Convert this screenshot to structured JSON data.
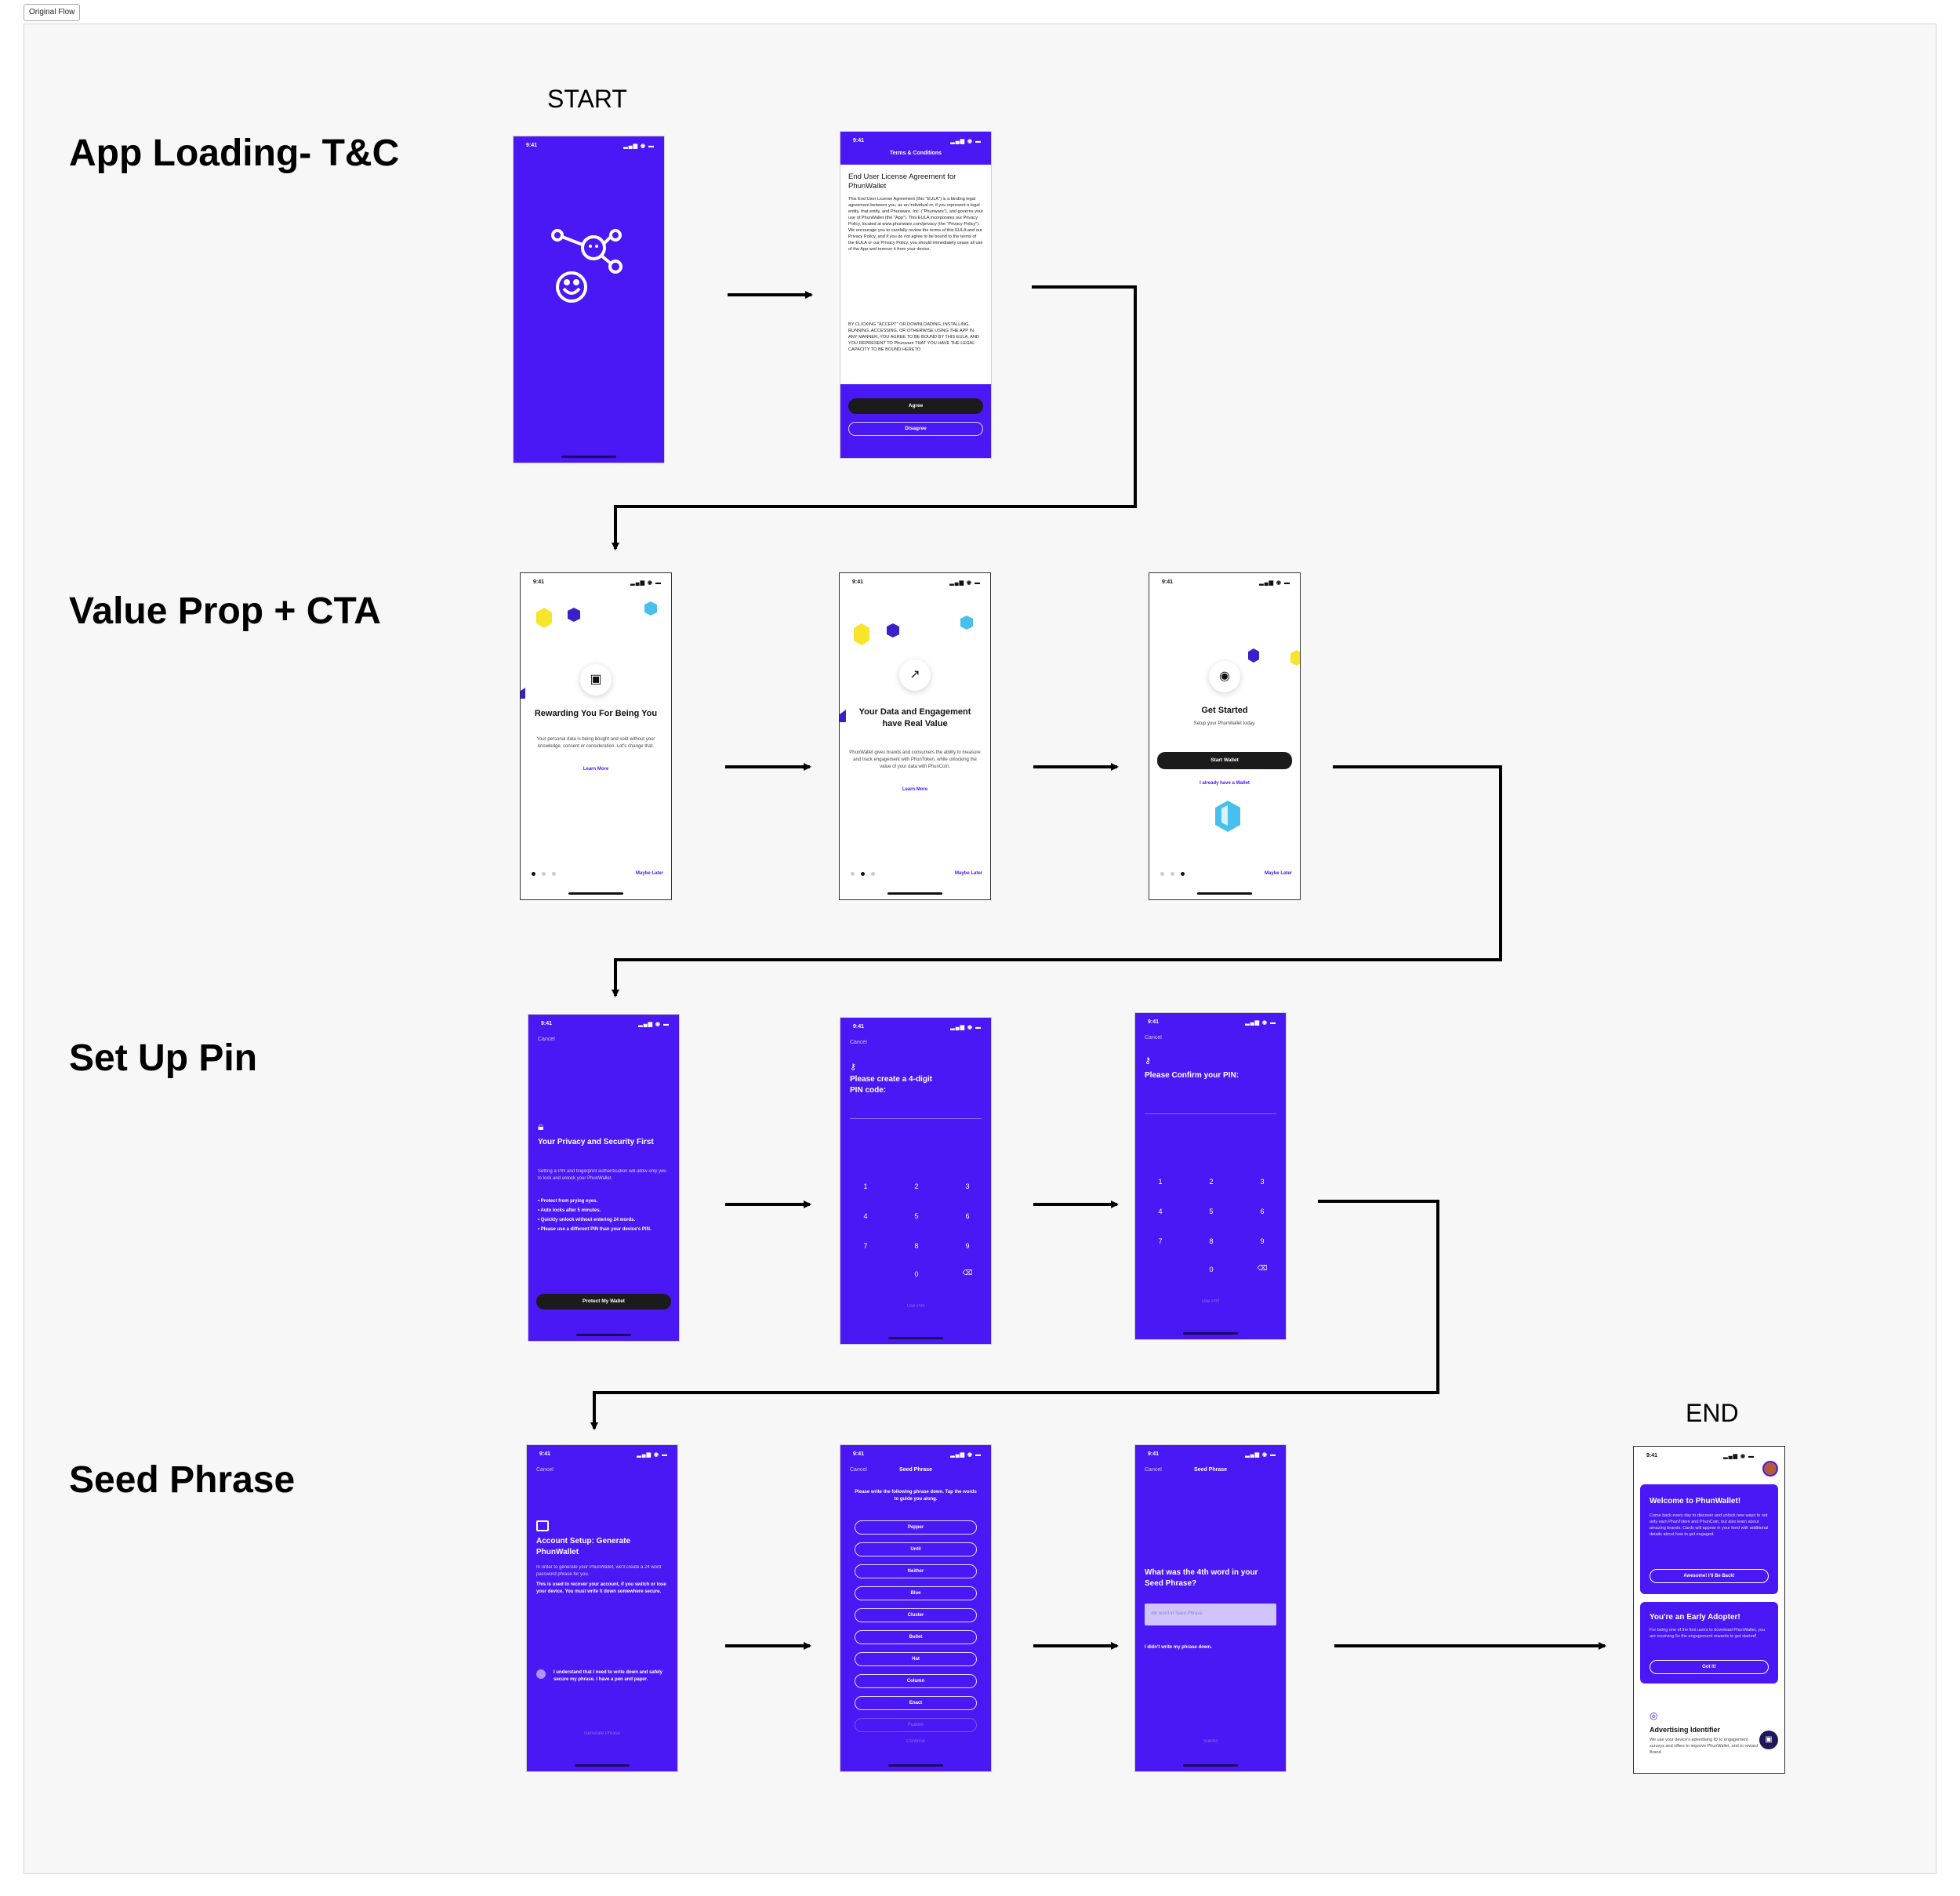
{
  "canvas": {
    "frame_label": "Original Flow",
    "start_label": "START",
    "end_label": "END",
    "colors": {
      "brand": "#4A17F5",
      "dark": "#1B1B1B",
      "canvas": "#F7F7F7"
    }
  },
  "rows": [
    {
      "title": "App Loading- T&C"
    },
    {
      "title": "Value Prop + CTA"
    },
    {
      "title": "Set Up Pin"
    },
    {
      "title": "Seed Phrase"
    }
  ],
  "status": {
    "time": "9:41",
    "icons": "signal-wifi-battery"
  },
  "terms": {
    "header": "Terms & Conditions",
    "heading": "End User License Agreement for PhunWallet",
    "body": "This End User License Agreement (this \"EULA\") is a binding legal agreement between you, as an individual or, if you represent a legal entity, that entity, and Phunware, Inc. (\"Phunware\"), and governs your use of PhunWallet (the \"App\"). This EULA incorporates our Privacy Policy, located at www.phunware.com/privacy (the \"Privacy Policy\"). We encourage you to carefully review the terms of this EULA and our Privacy Policy, and if you do not agree to be bound to the terms of the EULA or our Privacy Policy, you should immediately cease all use of the App and remove it from your device.",
    "body_caps": "BY CLICKING \"ACCEPT\" OR DOWNLOADING, INSTALLING, RUNNING, ACCESSING, OR OTHERWISE USING THE APP IN ANY MANNER, YOU AGREE TO BE BOUND BY THIS EULA, AND YOU REPRESENT TO Phunware THAT YOU HAVE THE LEGAL CAPACITY TO BE BOUND HERETO",
    "agree": "Agree",
    "disagree": "Disagree"
  },
  "value_prop": {
    "maybe_later": "Maybe Later",
    "learn_more": "Learn More",
    "screen1": {
      "title": "Rewarding You For Being You",
      "body": "Your personal data is being bought and sold without your knowledge, consent or consideration. Let's change that."
    },
    "screen2": {
      "title": "Your Data and Engagement have Real Value",
      "body": "PhunWallet gives brands and consumers the ability to measure and track engagement with PhunToken, while unlocking the value of your data with PhunCoin."
    },
    "screen3": {
      "title": "Get Started",
      "body": "Setup your PhunWallet today.",
      "start_wallet": "Start Wallet",
      "have_wallet": "I already have a Wallet"
    }
  },
  "pin": {
    "cancel": "Cancel",
    "privacy_title": "Your Privacy and Security First",
    "privacy_body": "Setting a PIN and fingerprint authentication will allow only you to lock and unlock your PhunWallet.",
    "bullets": [
      "• Protect from prying eyes.",
      "• Auto locks after 5 minutes.",
      "• Quickly unlock without entering 24 words.",
      "• Please use a different PIN than your device's PIN."
    ],
    "protect_button": "Protect My Wallet",
    "create_title": "Please create a 4-digit PIN code:",
    "confirm_title": "Please Confirm your PIN:",
    "keys": [
      "1",
      "2",
      "3",
      "4",
      "5",
      "6",
      "7",
      "8",
      "9",
      "0"
    ],
    "footer": "Use PIN"
  },
  "seed": {
    "cancel": "Cancel",
    "header": "Seed Phrase",
    "setup_title": "Account Setup: Generate PhunWallet",
    "setup_body": "In order to generate your PhunWallet, we'll create a 24 word password phrase for you.",
    "setup_bold": "This is used to recover your account, if you switch or lose your device. You must write it down somewhere secure.",
    "checkbox_label": "I understand that I need to write down and safely secure my phrase. I have a pen and paper.",
    "generate": "Generate Phrase",
    "instruction": "Please write the following phrase down. Tap the words to guide you along.",
    "words": [
      "Pepper",
      "Until",
      "Neither",
      "Blue",
      "Cluster",
      "Bullet",
      "Hat",
      "Column",
      "Enact",
      "Fusion"
    ],
    "continue": "Continue",
    "question": "What was the 4th word in your Seed Phrase?",
    "input_placeholder": "4th word in Seed Phrase",
    "didnt_write": "I didn't write my phrase down.",
    "submit": "Submit"
  },
  "end_screen": {
    "welcome_title": "Welcome to PhunWallet!",
    "welcome_body": "Come back every day to discover and unlock new ways to not only earn PhunToken and PhunCoin, but also learn about amazing brands. Cards will appear in your feed with additional details about how to get engaged.",
    "welcome_button": "Awesome! I'll Be Back!",
    "adopter_title": "You're an Early Adopter!",
    "adopter_body": "For being one of the first users to download PhunWallet, you are receiving 5x the engagement rewards to get started!",
    "adopter_button": "Got It!",
    "ad_title": "Advertising Identifier",
    "ad_body": "We use your device's advertising ID to engagement surveys and offers to improve PhunWallet, and to reward Brand"
  }
}
